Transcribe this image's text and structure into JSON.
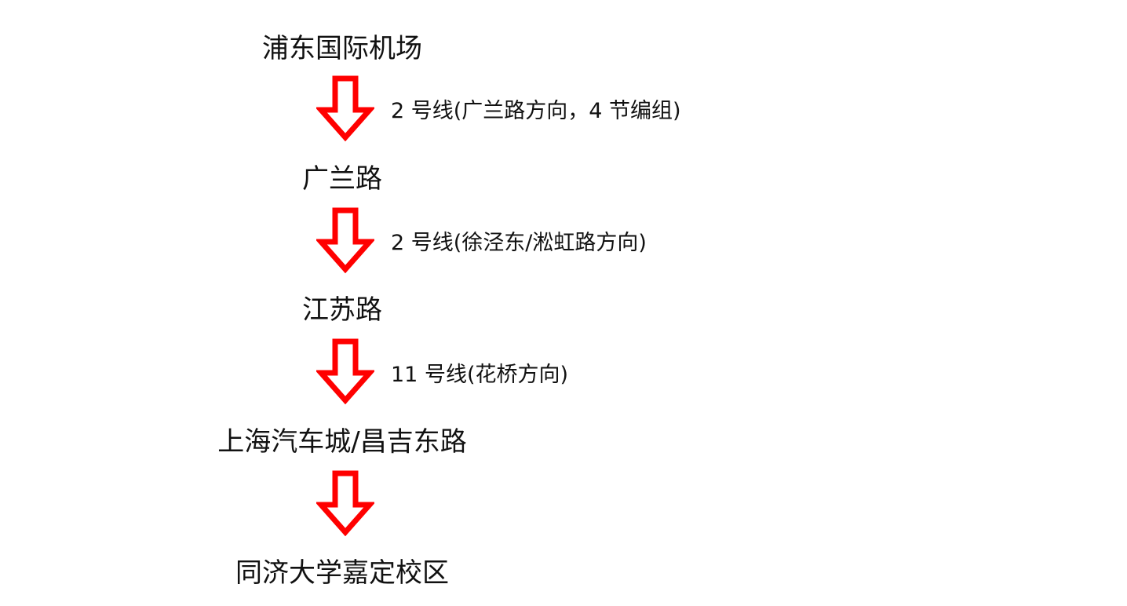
{
  "arrow_color": "#ff0000",
  "stations": [
    {
      "name": "浦东国际机场"
    },
    {
      "name": "广兰路"
    },
    {
      "name": "江苏路"
    },
    {
      "name": "上海汽车城/昌吉东路"
    },
    {
      "name": "同济大学嘉定校区"
    }
  ],
  "connections": [
    {
      "label": "2 号线(广兰路方向，4 节编组)"
    },
    {
      "label": "2 号线(徐泾东/淞虹路方向)"
    },
    {
      "label": "11 号线(花桥方向)"
    },
    {
      "label": ""
    }
  ]
}
